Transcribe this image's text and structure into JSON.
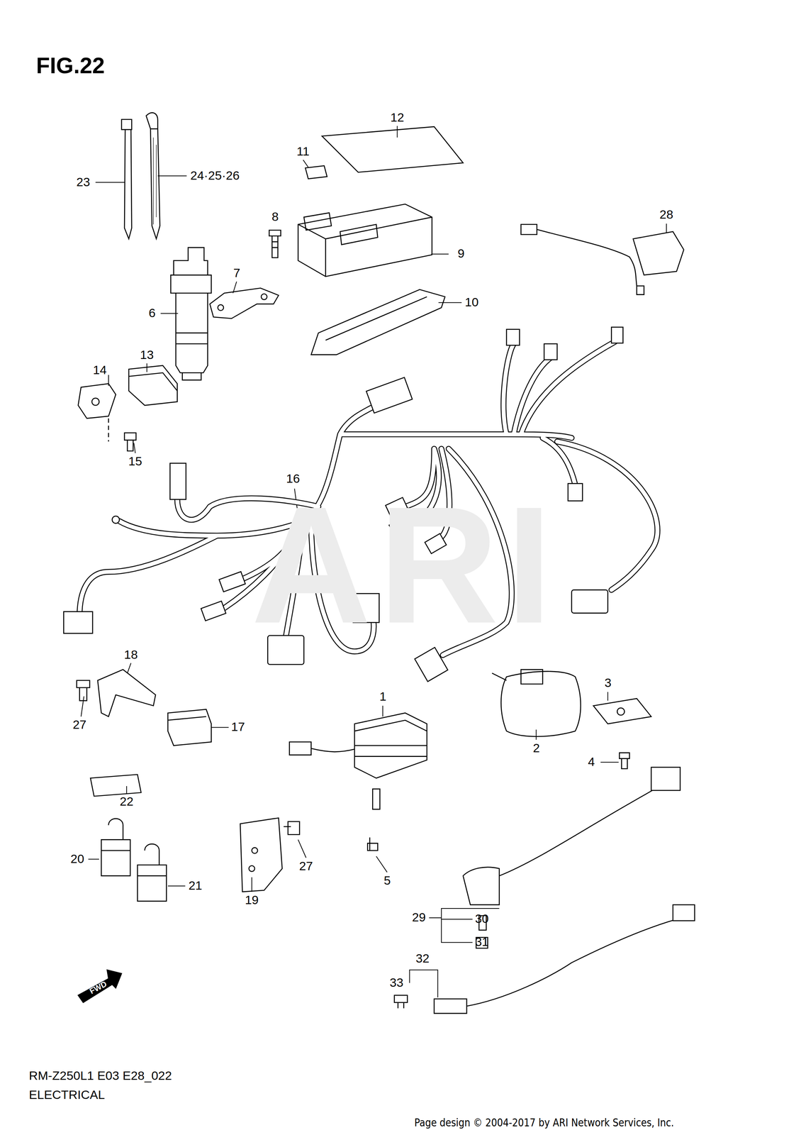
{
  "diagram": {
    "title": "FIG.22",
    "labels": [
      "ARI",
      "12",
      "11",
      "23",
      "24·25·26",
      "8",
      "9",
      "28",
      "7",
      "6",
      "10",
      "13",
      "14",
      "15",
      "16",
      "18",
      "27",
      "17",
      "1",
      "3",
      "2",
      "4",
      "22",
      "20",
      "27",
      "21",
      "5",
      "19",
      "29",
      "30",
      "31",
      "32",
      "33",
      "FWD",
      "RM-Z250L1 E03 E28_022",
      "ELECTRICAL",
      "Page design © 2004-2017 by ARI Network Services, Inc."
    ]
  }
}
